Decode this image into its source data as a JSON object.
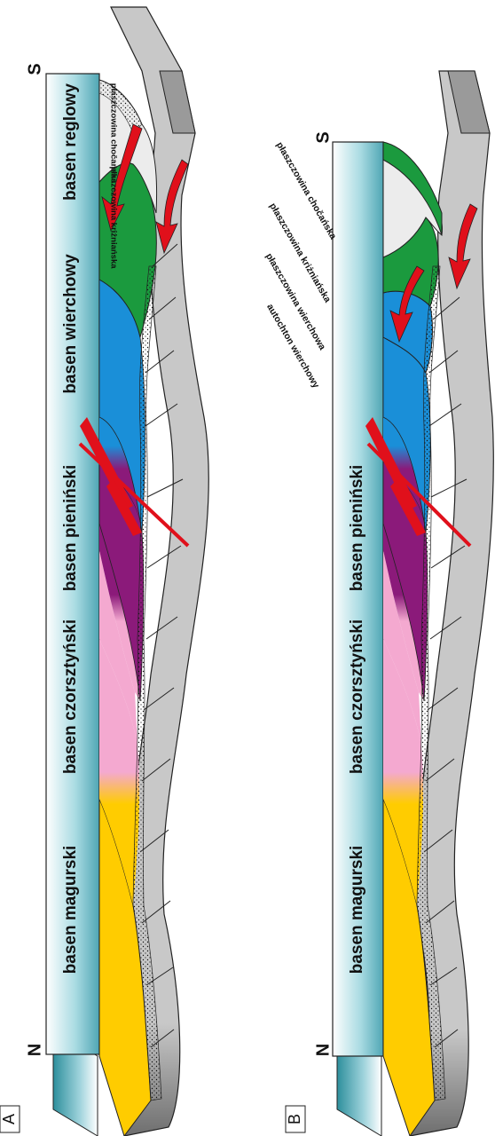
{
  "panels": [
    {
      "letter": "A",
      "north": "N",
      "south": "S",
      "basins": [
        "basen magurski",
        "basen czorsztyński",
        "basen pieniński",
        "basen wierchowy",
        "basen reglowy"
      ],
      "nappes": [
        "płaszczowina chočańska",
        "płaszczowina kriżniańska"
      ]
    },
    {
      "letter": "B",
      "north": "N",
      "south": "S",
      "basins": [
        "basen magurski",
        "basen czorsztyński",
        "basen pieniński"
      ],
      "nappes": [
        "płaszczowina chočańska",
        "płaszczowina kriżniańska",
        "płaszczowina wierchowa",
        "autochton wierchowy"
      ]
    }
  ],
  "colors": {
    "magura": "#ffcc00",
    "czorsztyn": "#f4a9d0",
    "pieniny": "#8b1a7a",
    "wierchowy": "#1a8fd8",
    "krizna": "#1b9a3e",
    "chocz": "#ececec",
    "basement": "#c8c8c8",
    "sea": "#5fb3c0",
    "fault": "#e0101b"
  }
}
